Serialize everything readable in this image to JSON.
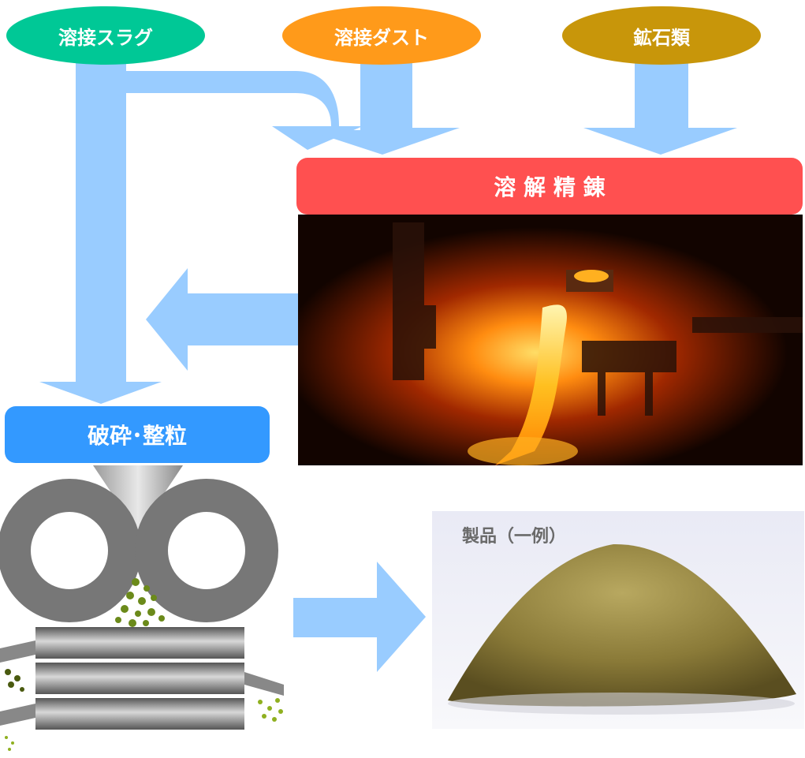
{
  "inputs": {
    "slag": "溶接スラグ",
    "dust": "溶接ダスト",
    "ore": "鉱石類"
  },
  "stages": {
    "melt": "溶 解 精 錬",
    "crush": "破砕･整粒"
  },
  "product": {
    "label": "製品（一例）"
  },
  "colors": {
    "slag_oval": "#00c896",
    "dust_oval": "#ff9a1a",
    "ore_oval": "#c8960a",
    "arrow": "#99ccff",
    "melt_banner": "#ff5050",
    "crush_banner": "#3399ff"
  }
}
